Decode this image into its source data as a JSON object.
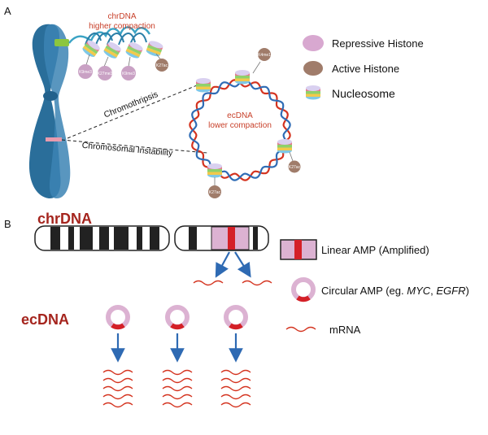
{
  "panel_a": {
    "label": "A",
    "chr_dna_title": "chrDNA",
    "chr_dna_subtitle": "higher compaction",
    "ec_dna_title": "ecDNA",
    "ec_dna_subtitle": "lower compaction",
    "chromothripsis_label": "Chromothripsis",
    "chromosomal_instability_label": "Chromosomal Instability",
    "histone_marks": {
      "k9me3_a": "K9me3",
      "k27me3": "K27me3",
      "k9me3_b": "K9me3",
      "k27ac_top": "K27ac",
      "k4me1": "K4me1",
      "k27ac_right": "K27ac",
      "k27ac_bottom": "K27ac"
    },
    "legend": {
      "repressive": "Repressive Histone",
      "active": "Active Histone",
      "nucleosome": "Nucleosome"
    }
  },
  "panel_b": {
    "label": "B",
    "chr_dna_title": "chrDNA",
    "ec_dna_title": "ecDNA",
    "legend": {
      "linear_amp": "Linear AMP (Amplified)",
      "circular_amp_prefix": "Circular AMP (eg. ",
      "gene1": "MYC",
      "sep": ", ",
      "gene2": "EGFR",
      "circular_amp_suffix": ")",
      "mrna": "mRNA"
    }
  },
  "colors": {
    "chromosome_blue": "#2a6e9a",
    "band_green": "#8cc63f",
    "band_pink": "#e99aad",
    "repressive_histone": "#d8a8d0",
    "active_histone": "#a07c6a",
    "dna_red": "#d4331f",
    "dna_blue": "#2f6cb5",
    "title_red": "#a5251e",
    "arrow_blue": "#2e6ab3",
    "amp_pink": "#dcb2d2",
    "amp_red": "#d42027"
  }
}
